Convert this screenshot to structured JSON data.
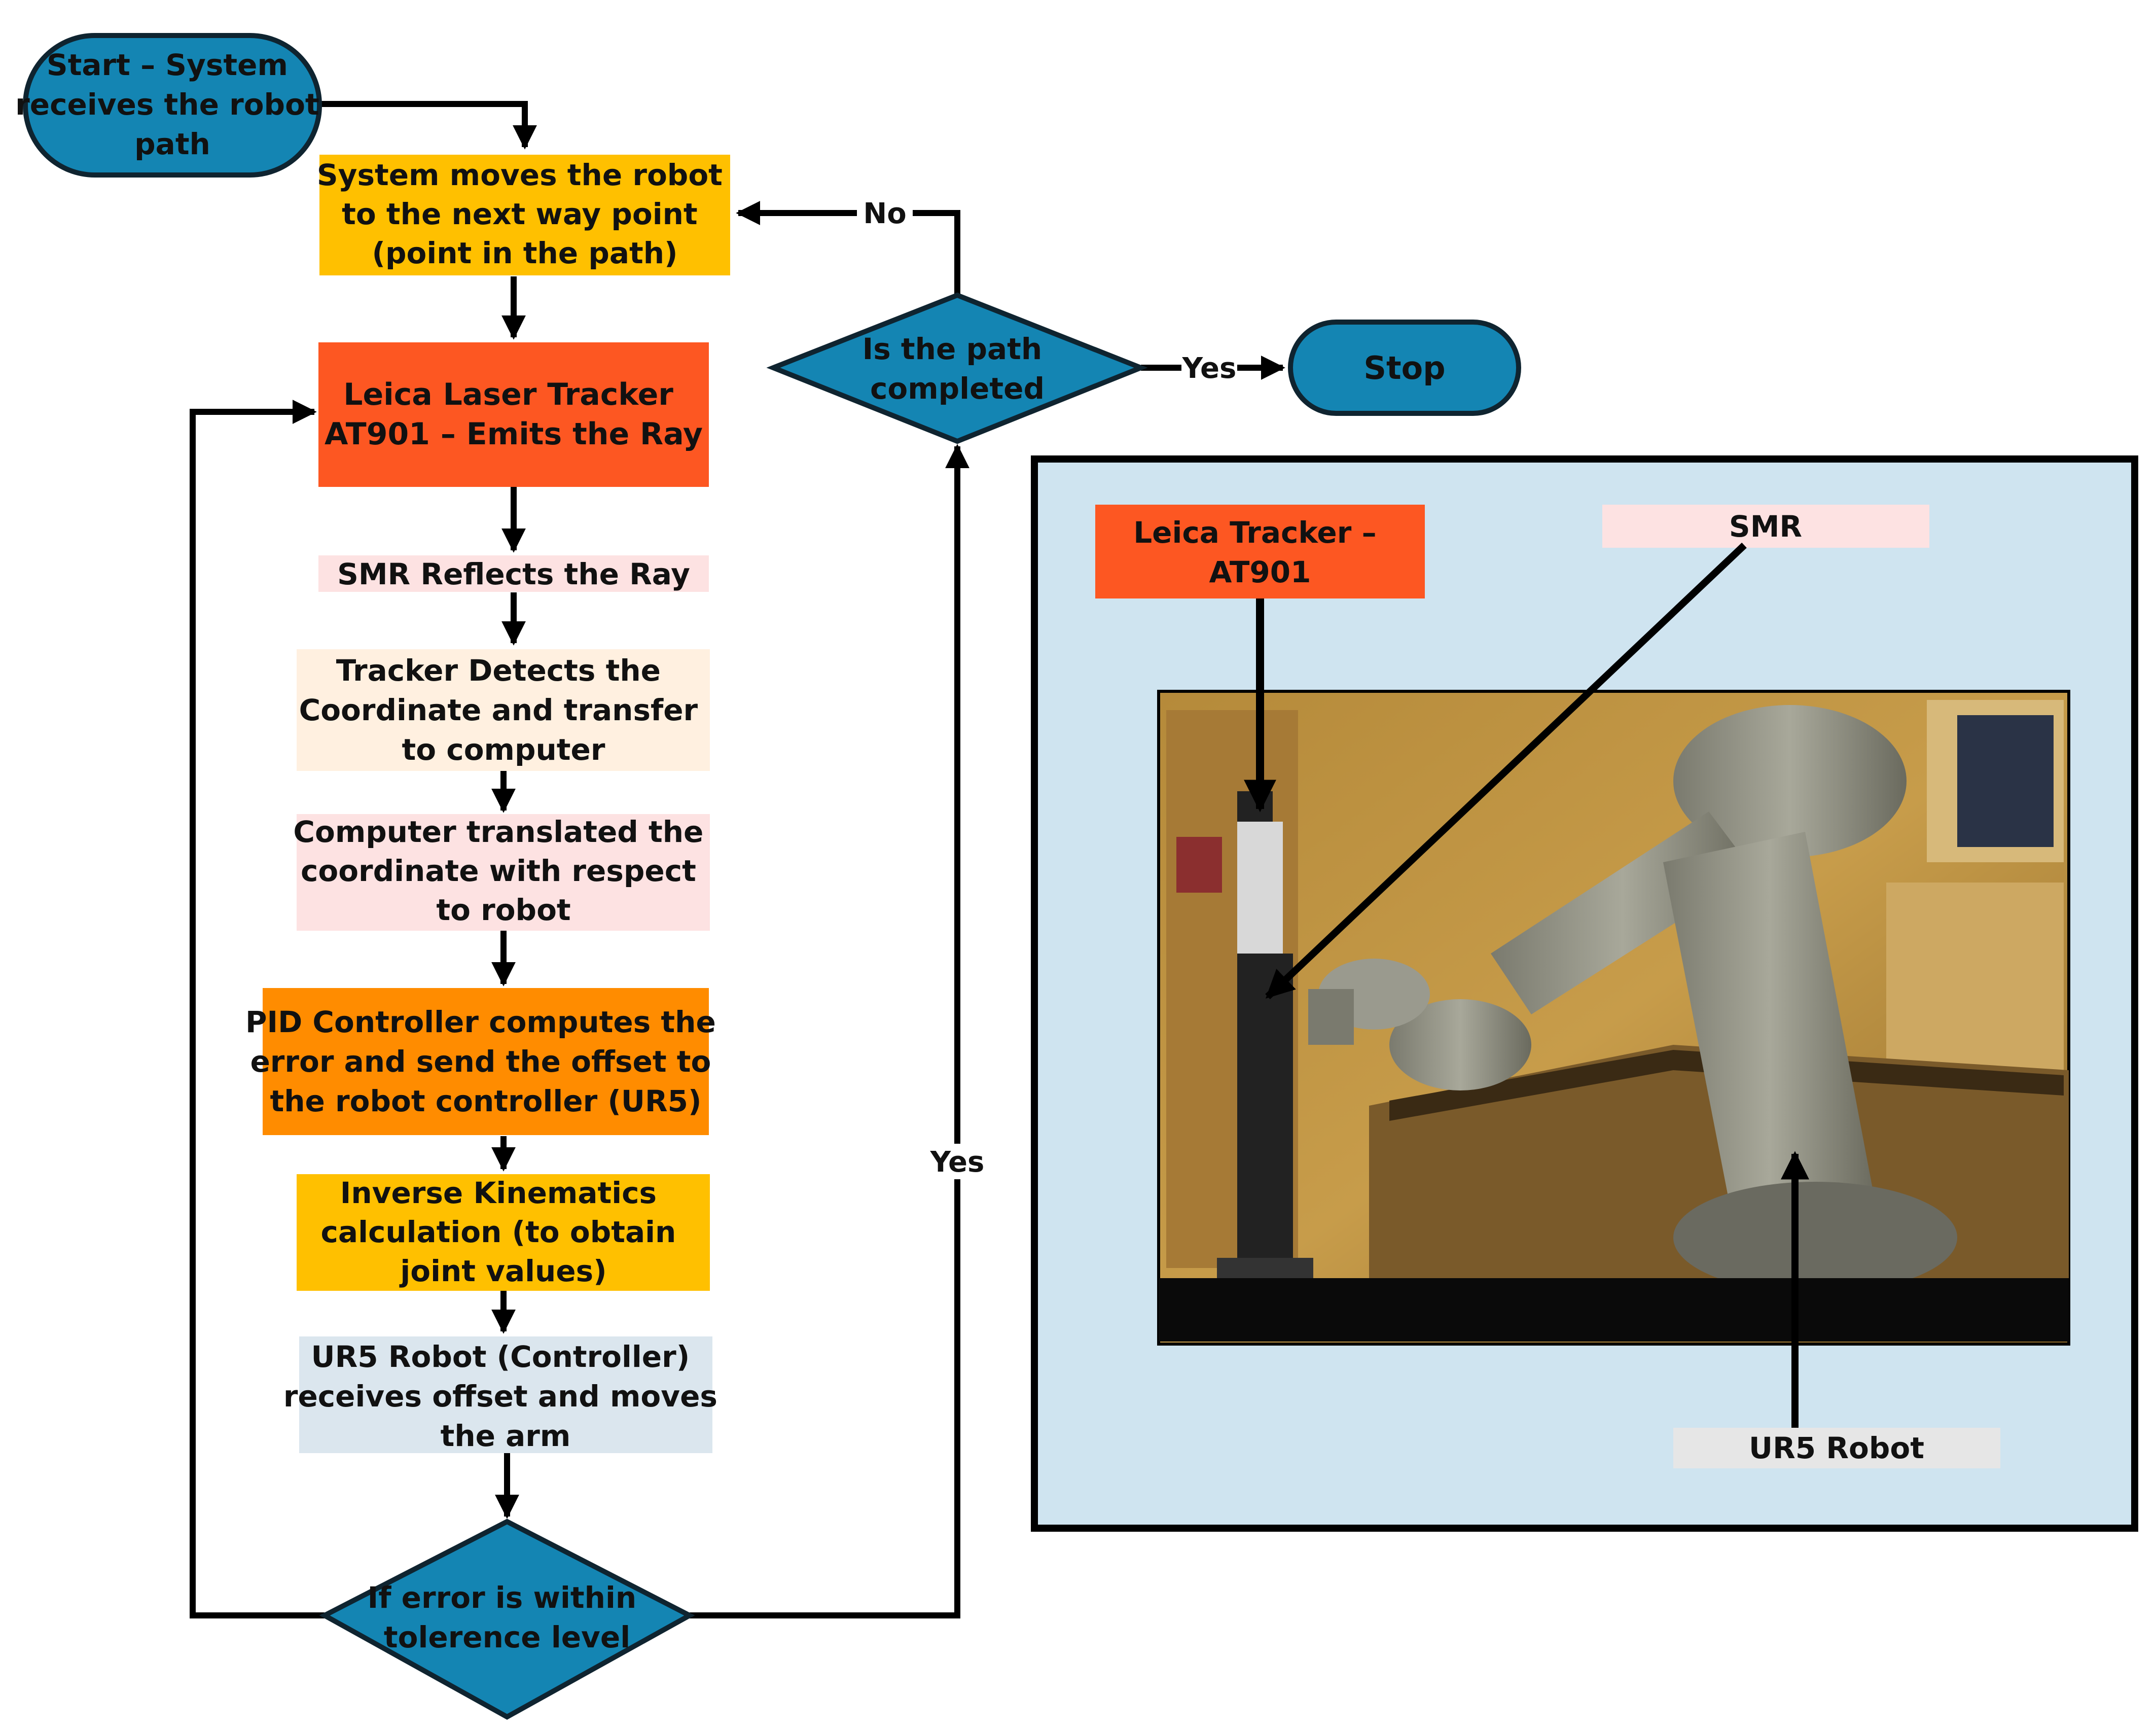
{
  "colors": {
    "teal": "#1485b3",
    "yellow": "#ffc000",
    "orange_red": "#fd5722",
    "pink": "#fde2e2",
    "peach": "#fff0e0",
    "orange": "#ff8c00",
    "light_blue_gray": "#dbe6ee",
    "panel_bg": "#cfe4f0",
    "label_gray": "#e6e6e6"
  },
  "nodes": {
    "start": [
      "Start – System",
      "receives the robot",
      "path"
    ],
    "move": [
      "System moves the robot",
      "to the next way point",
      "(point in the path)"
    ],
    "leica": [
      "Leica Laser Tracker",
      "AT901 – Emits the Ray"
    ],
    "smr": [
      "SMR Reflects the Ray"
    ],
    "tracker": [
      "Tracker Detects the",
      "Coordinate and transfer",
      "to computer"
    ],
    "computer": [
      "Computer translated the",
      "coordinate with respect",
      "to robot"
    ],
    "pid": [
      "PID Controller computes the",
      "error and send the offset to",
      "the robot controller (UR5)"
    ],
    "ik": [
      "Inverse Kinematics",
      "calculation (to obtain",
      "joint values)"
    ],
    "ur5": [
      "UR5 Robot (Controller)",
      "receives offset and moves",
      "the arm"
    ],
    "error": [
      "If error is within",
      "tolerence level"
    ],
    "path_done": [
      "Is the path",
      "completed"
    ],
    "stop": [
      "Stop"
    ]
  },
  "edges": {
    "no": "No",
    "yes_stop": "Yes",
    "yes_loop": "Yes"
  },
  "photo_panel": {
    "leica_label": [
      "Leica Tracker –",
      "AT901"
    ],
    "smr_label": [
      "SMR"
    ],
    "ur5_label": [
      "UR5 Robot"
    ]
  }
}
